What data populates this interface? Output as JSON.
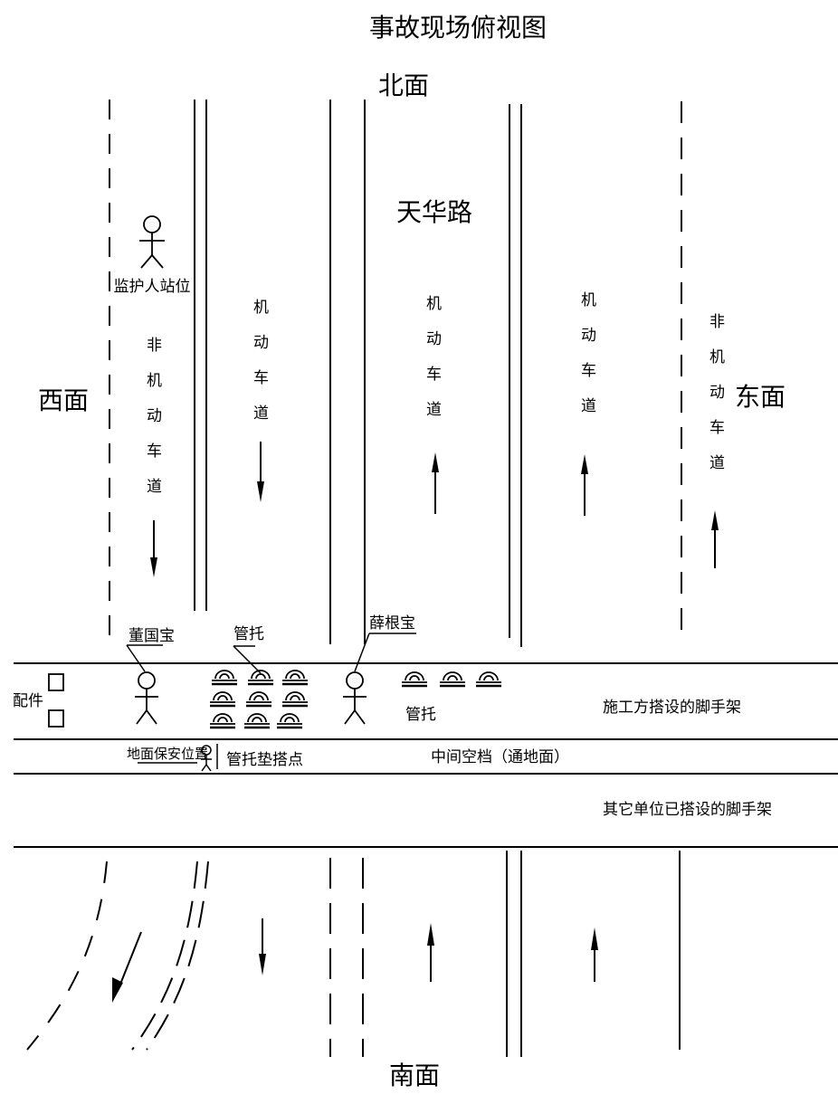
{
  "title": "事故现场俯视图",
  "directions": {
    "north": "北面",
    "south": "南面",
    "west": "西面",
    "east": "东面"
  },
  "road_name": "天华路",
  "lanes": {
    "west_nonmotor": "非机动车道",
    "motor_1": "机动车道",
    "motor_2": "机动车道",
    "motor_3": "机动车道",
    "east_nonmotor": "非机动车道"
  },
  "people": {
    "guard": "监护人站位",
    "worker_1": "董国宝",
    "worker_2": "薛根宝",
    "ground_safety": "地面保安位置"
  },
  "items": {
    "parts": "配件",
    "pipe_support_top": "管托",
    "pipe_support_mid": "管托",
    "pad_point": "管托垫搭点"
  },
  "scaffolds": {
    "construction": "施工方搭设的脚手架",
    "middle_gap": "中间空档（通地面）",
    "other_unit": "其它单位已搭设的脚手架"
  }
}
